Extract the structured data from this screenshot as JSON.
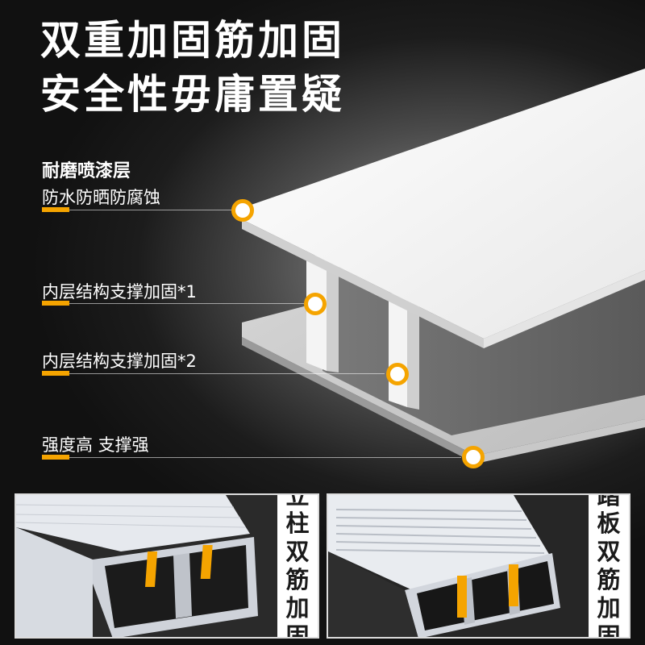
{
  "headline": {
    "line1": "双重加固筋加固",
    "line2": "安全性毋庸置疑"
  },
  "callouts": [
    {
      "title": "耐磨喷漆层",
      "text": "防水防晒防腐蚀"
    },
    {
      "text": "内层结构支撑加固*1"
    },
    {
      "text": "内层结构支撑加固*2"
    },
    {
      "text": "强度高 支撑强"
    }
  ],
  "panels": [
    {
      "label_chars": [
        "立",
        "柱",
        "双",
        "筋",
        "加",
        "固"
      ]
    },
    {
      "label_chars": [
        "踏",
        "板",
        "双",
        "筋",
        "加",
        "固"
      ]
    }
  ],
  "colors": {
    "accent": "#f5a400",
    "background": "#1c1c1c",
    "profile": "#f2f2f2"
  }
}
